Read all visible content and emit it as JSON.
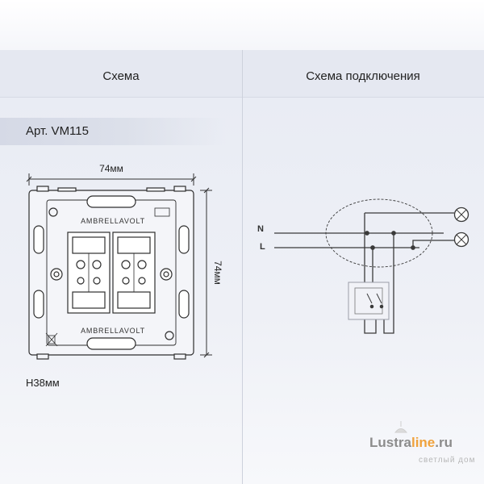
{
  "header": {
    "left_title": "Схема",
    "right_title": "Схема подключения"
  },
  "product": {
    "article": "Арт. VM115",
    "width_label": "74мм",
    "height_label": "74мм",
    "depth_label": "Н38мм",
    "brand_mark": "AMBRELLAVOLT"
  },
  "wiring": {
    "neutral_label": "N",
    "line_label": "L"
  },
  "logo": {
    "name_part1": "Lustra",
    "name_part2": "line",
    "name_part3": ".ru",
    "tagline": "светлый дом"
  },
  "colors": {
    "header_bg": "#e5e8f1",
    "panel_bg": "#eceef5",
    "line": "#2e2e2e",
    "logo_accent": "#f0a23c",
    "logo_gray": "#8c8c8c"
  }
}
